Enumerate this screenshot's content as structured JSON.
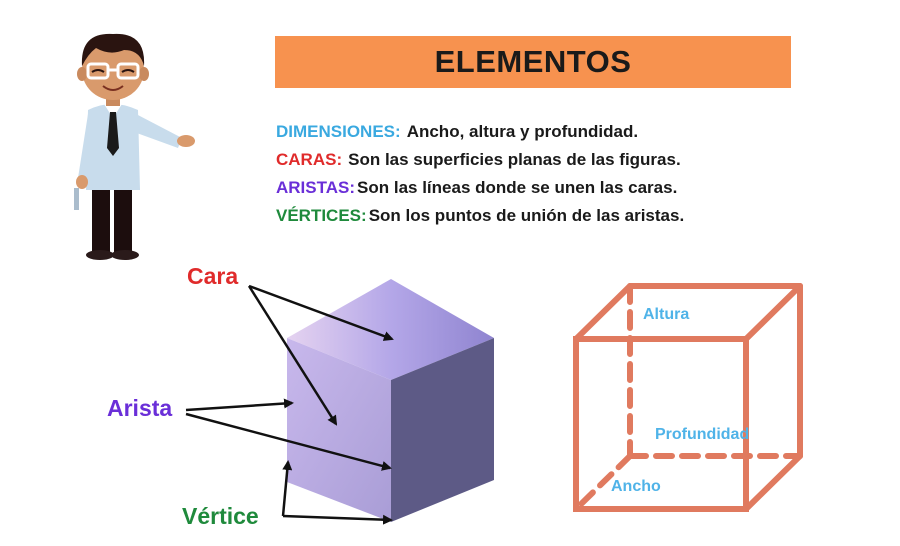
{
  "title": "ELEMENTOS",
  "definitions": [
    {
      "term": "DIMENSIONES:",
      "text": "Ancho, altura y profundidad.",
      "color": "#3aa9e0"
    },
    {
      "term": "CARAS:",
      "text": "Son las superficies planas de las figuras.",
      "color": "#e02b2b"
    },
    {
      "term": "ARISTAS:",
      "text": "Son las líneas donde se unen las caras.",
      "color": "#6a2fd8"
    },
    {
      "term": "VÉRTICES:",
      "text": "Son los puntos de unión de las aristas.",
      "color": "#1f8a3c"
    }
  ],
  "solid_cube_labels": {
    "cara": "Cara",
    "arista": "Arista",
    "vertice": "Vértice"
  },
  "wire_cube_labels": {
    "altura": "Altura",
    "profundidad": "Profundidad",
    "ancho": "Ancho"
  },
  "colors": {
    "banner": "#f7924f",
    "cara": "#e02b2b",
    "arista": "#6a2fd8",
    "vertice": "#1f8a3c",
    "dimension_label": "#4fb3e8",
    "wire_cube": "#e07a5f",
    "cube_top": "#b3a6e6",
    "cube_front": "#b6aade",
    "cube_side": "#5d5a86"
  },
  "character": {
    "icon": "teacher-character-icon"
  }
}
